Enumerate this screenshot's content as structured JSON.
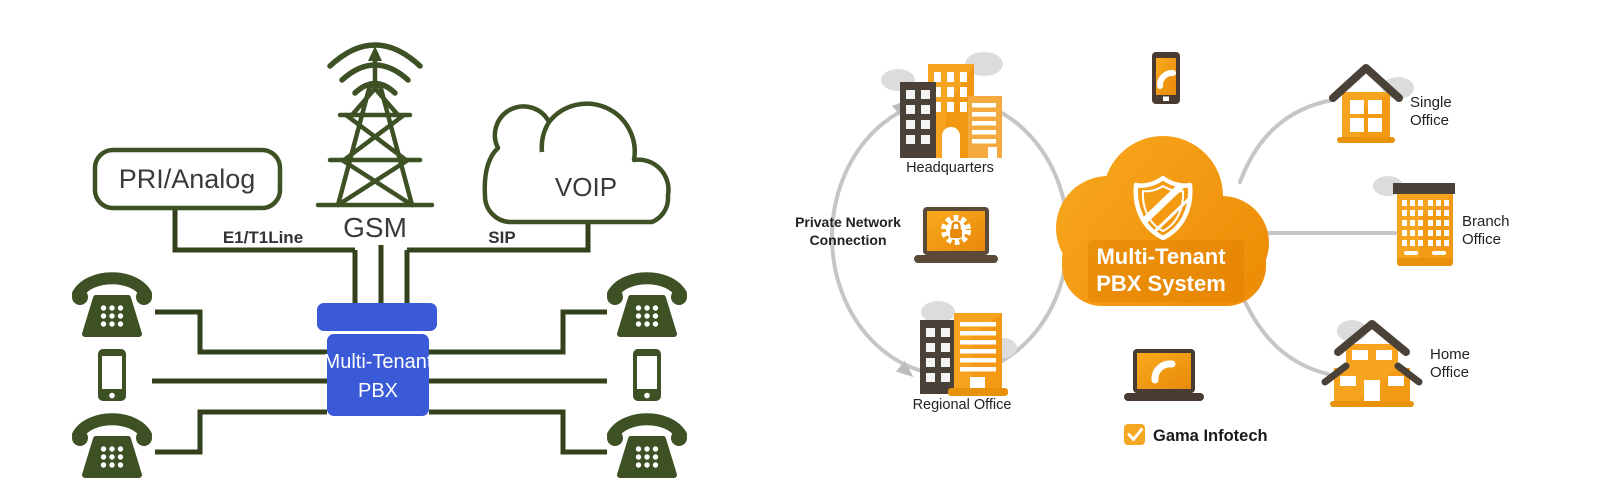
{
  "left_diagram": {
    "pri_analog_label": "PRI/Analog",
    "gsm_label": "GSM",
    "voip_label": "VOIP",
    "e1t1_line_label": "E1/T1Line",
    "sip_label": "SIP",
    "pbx_label_line1": "Multi-Tenant",
    "pbx_label_line2": "PBX",
    "colors": {
      "green": "#3E5125",
      "line": "#33421D",
      "blue": "#3A5AD7",
      "text": "#3A3A3A"
    }
  },
  "right_diagram": {
    "headquarters_label": "Headquarters",
    "private_network_line1": "Private Network",
    "private_network_line2": "Connection",
    "regional_office_label": "Regional Office",
    "cloud_label_line1": "Multi-Tenant",
    "cloud_label_line2": "PBX System",
    "single_office_line1": "Single",
    "single_office_line2": "Office",
    "branch_office_line1": "Branch",
    "branch_office_line2": "Office",
    "home_office_line1": "Home",
    "home_office_line2": "Office",
    "footer_label": "Gama Infotech",
    "colors": {
      "orange": "#F5A01E",
      "orange_dark": "#EF8D08",
      "brown": "#4A4238",
      "arc_gray": "#C6C6C6",
      "cloud_gray": "#DCDCDC",
      "text": "#222222"
    }
  }
}
